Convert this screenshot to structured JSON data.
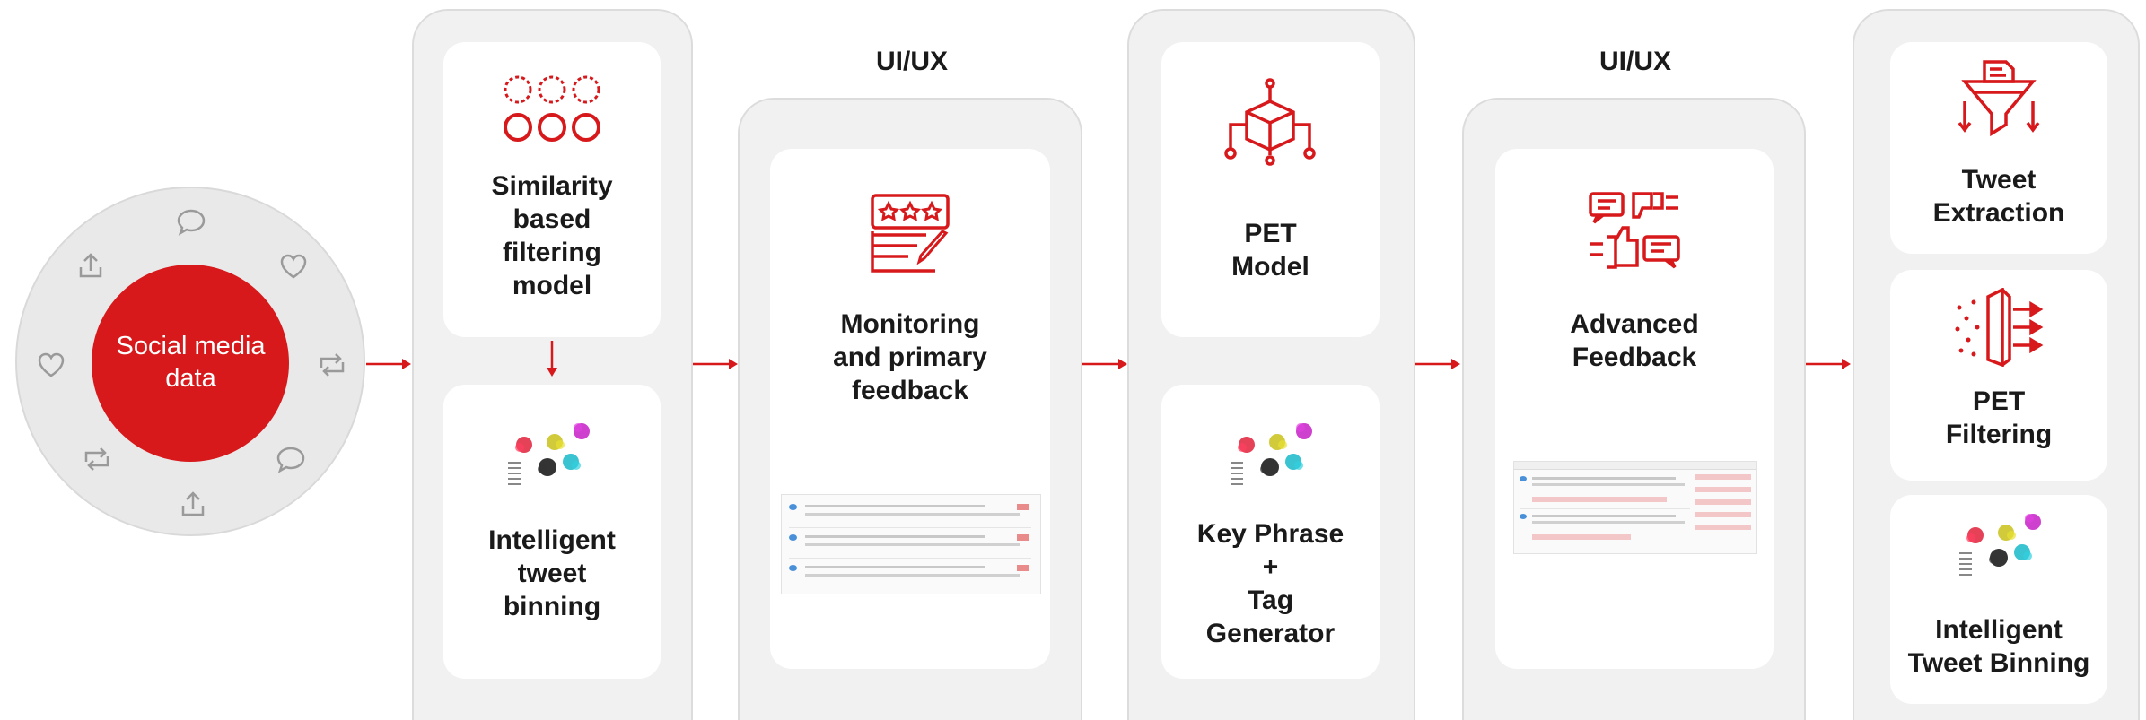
{
  "source": {
    "label": "Social media data"
  },
  "stage1": {
    "top_label": "Similarity\nbased\nfiltering\nmodel",
    "bottom_label": "Intelligent\ntweet\nbinning"
  },
  "stage2": {
    "heading": "UI/UX",
    "label": "Monitoring\nand primary\nfeedback"
  },
  "stage3": {
    "top_label": "PET\nModel",
    "bottom_label": "Key Phrase\n+\nTag\nGenerator"
  },
  "stage4": {
    "heading": "UI/UX",
    "label": "Advanced\nFeedback"
  },
  "stage5": {
    "card1_label": "Tweet\nExtraction",
    "card2_label": "PET\nFiltering",
    "card3_label": "Intelligent\nTweet Binning"
  },
  "colors": {
    "accent": "#d7191c",
    "column_bg": "#f1f1f1",
    "card_bg": "#ffffff",
    "ring_bg": "#e9e9e9",
    "icon_grey": "#9a9a9a",
    "text": "#1a1a1a"
  },
  "icons": [
    "chat-bubble-icon",
    "heart-icon",
    "share-icon",
    "retweet-icon",
    "three-circles-icon",
    "cube-network-icon",
    "rating-stars-icon",
    "feedback-thumbs-icon",
    "funnel-icon",
    "filter-panel-icon",
    "cluster-scatter-icon"
  ]
}
